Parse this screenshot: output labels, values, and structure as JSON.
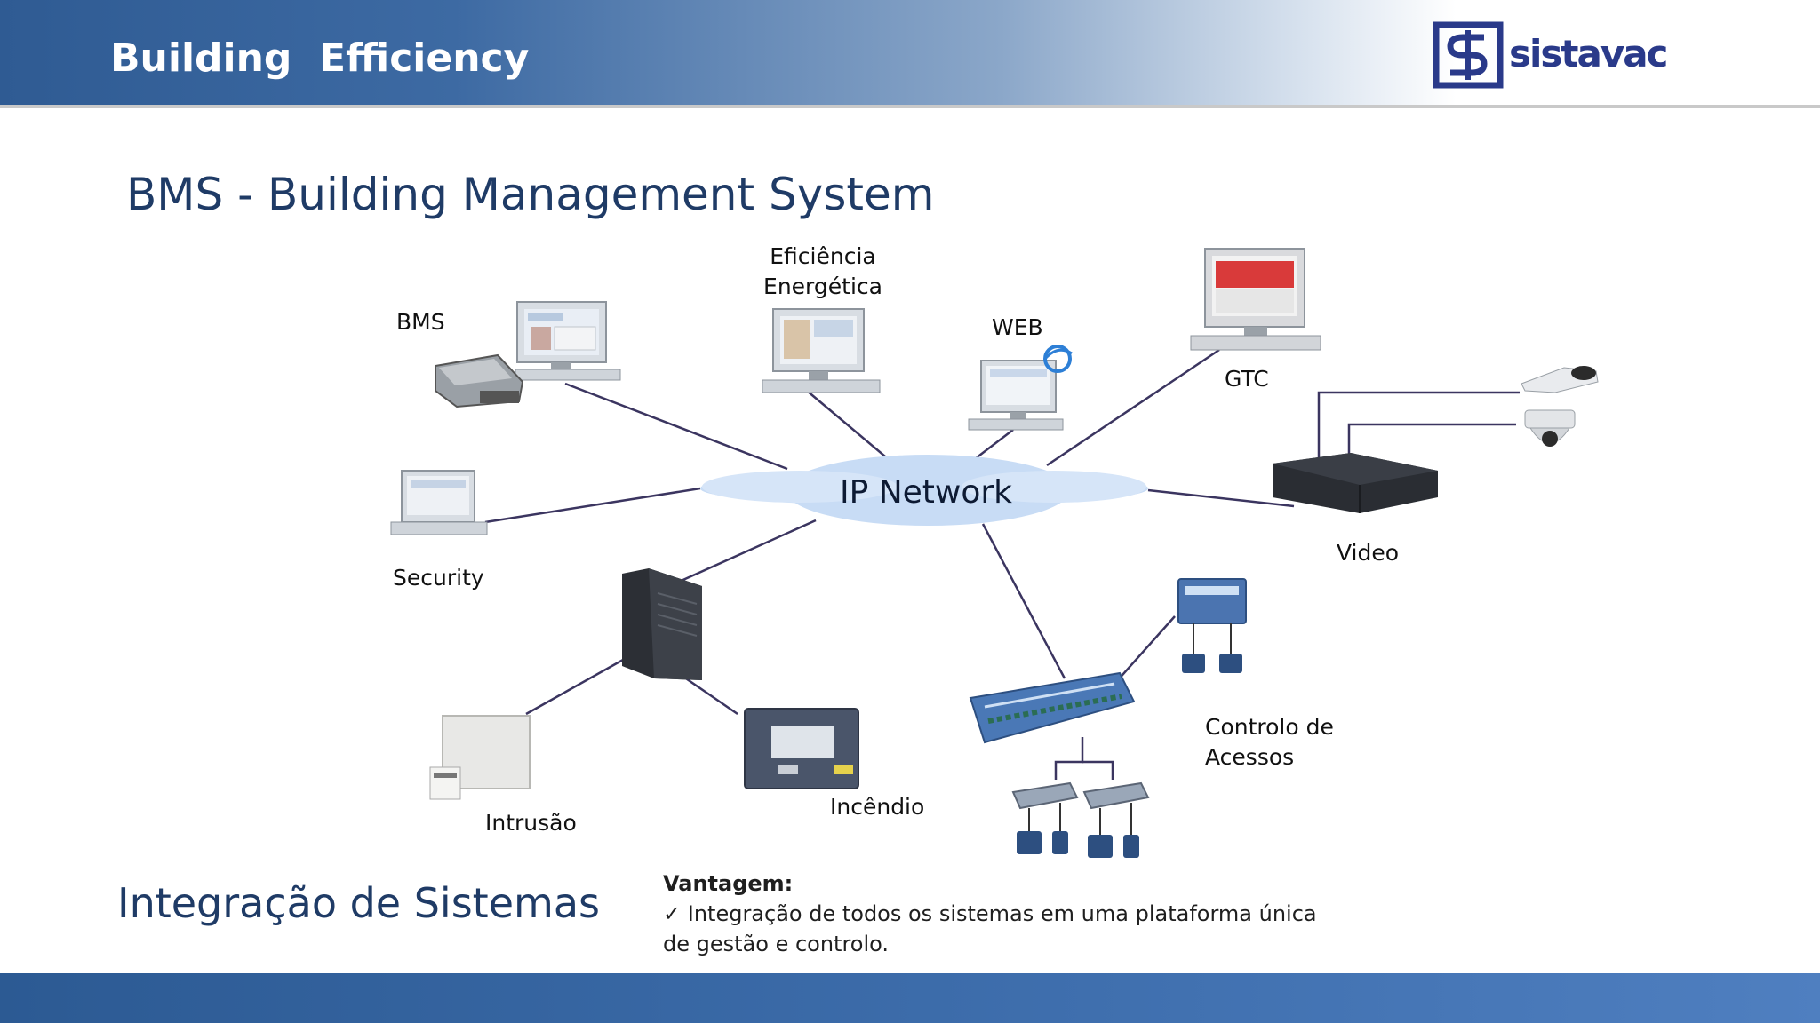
{
  "header": {
    "title": "Building  Efficiency",
    "brand": "sistavac"
  },
  "slide": {
    "title": "BMS - Building Management System",
    "subtitle": "Integração de Sistemas"
  },
  "network": {
    "center_label": "IP Network"
  },
  "nodes": {
    "bms": "BMS",
    "efficiency_line1": "Eficiência",
    "efficiency_line2": "Energética",
    "web": "WEB",
    "gtc": "GTC",
    "security": "Security",
    "video": "Video",
    "intrusion": "Intrusão",
    "fire": "Incêndio",
    "access_line1": "Controlo de",
    "access_line2": "Acessos"
  },
  "advantage": {
    "heading": "Vantagem:",
    "line1": "✓ Integração de todos os sistemas em uma plataforma única",
    "line2": "de gestão e controlo."
  },
  "colors": {
    "title": "#1f3b66",
    "header": "#2f5b93",
    "link": "#3b3560",
    "cloud": "#c8dcf5"
  }
}
